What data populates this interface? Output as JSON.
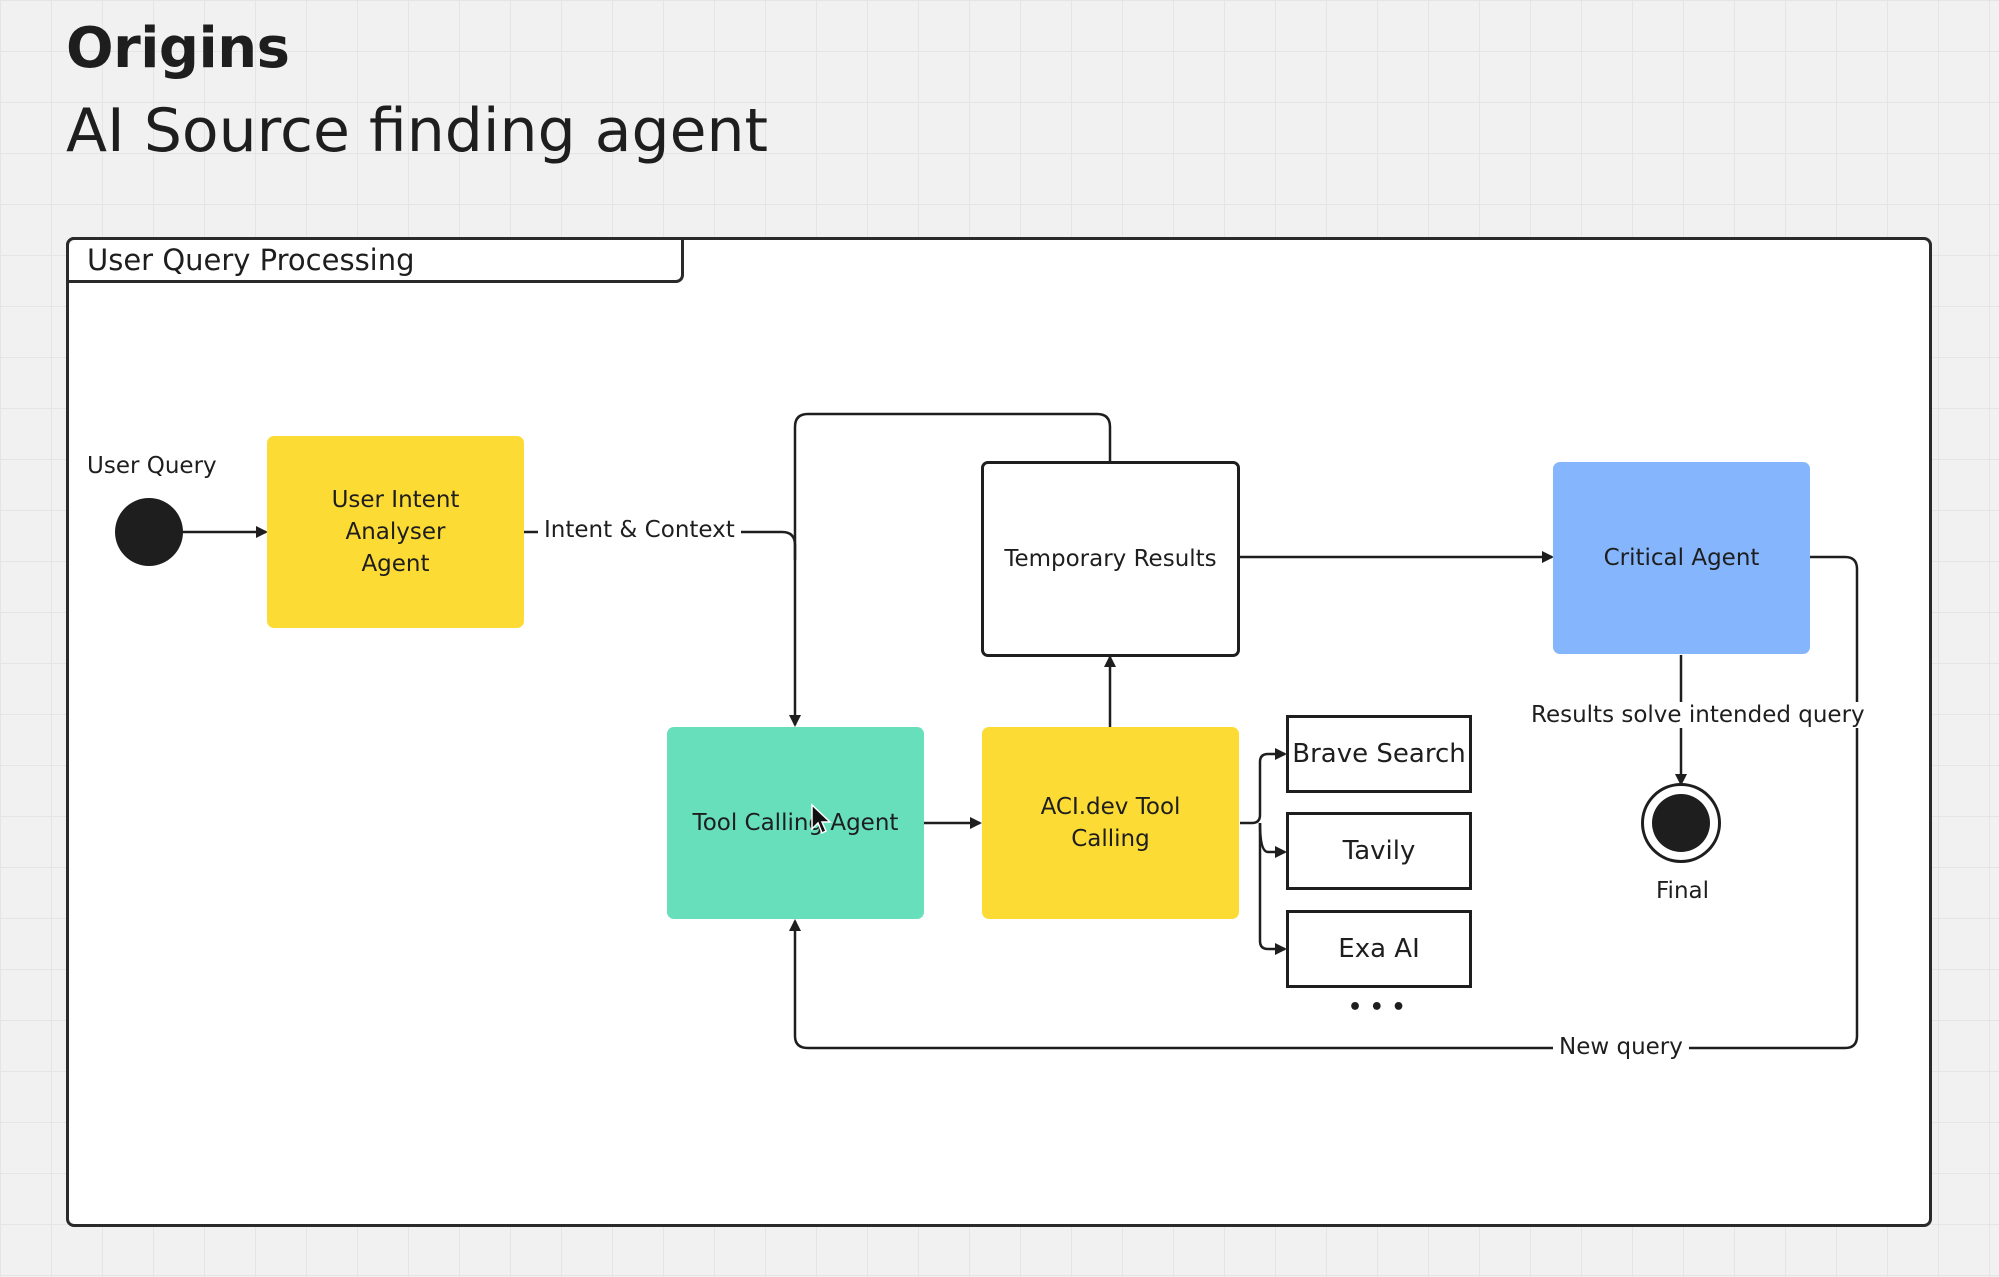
{
  "header": {
    "title": "Origins",
    "subtitle": "AI Source finding agent"
  },
  "frame": {
    "label": "User Query Processing"
  },
  "nodes": {
    "start_label": "User Query",
    "intent_agent": "User Intent Analyser Agent",
    "tool_calling_agent": "Tool Calling Agent",
    "aci_tool_calling": "ACI.dev Tool Calling",
    "temporary_results": "Temporary Results",
    "critical_agent": "Critical Agent",
    "final_label": "Final"
  },
  "tools": [
    "Brave Search",
    "Tavily",
    "Exa AI"
  ],
  "more_indicator": "• • •",
  "edges": {
    "intent_context": "Intent & Context",
    "results_solve": "Results solve intended query",
    "new_query": "New query"
  },
  "colors": {
    "yellow": "#fddb35",
    "teal": "#67dfba",
    "blue": "#85b6fd",
    "stroke": "#1e1e1e",
    "background": "#f1f1f1"
  },
  "icons": [
    "mouse-cursor-icon"
  ]
}
